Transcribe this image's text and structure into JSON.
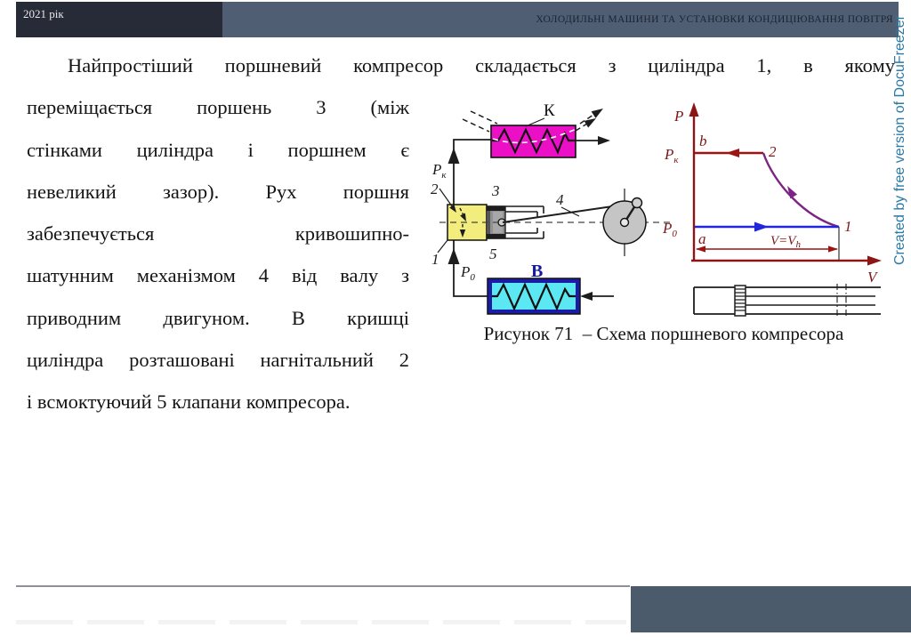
{
  "header": {
    "year_label": "2021 рік",
    "title": "ХОЛОДИЛЬНІ МАШИНИ ТА УСТАНОВКИ КОНДИЦІЮВАННЯ ПОВІТРЯ",
    "bar_color": "#4F5E72",
    "year_box_color": "#272B38"
  },
  "watermark": {
    "text": "Created by free version of DocuFreezer",
    "color": "#2B7AA6"
  },
  "paragraph": {
    "lines": [
      "Найпростіший поршневий компресор складається з циліндра 1, в якому",
      "переміщається поршень 3 (між",
      "стінками циліндра і поршнем є",
      "невеликий зазор). Рух поршня",
      "забезпечується кривошипно-",
      "шатунним механізмом 4 від валу з",
      "приводним двигуном. В кришці",
      "циліндра розташовані нагнітальний 2",
      "і всмоктуючий 5 клапани компресора."
    ]
  },
  "figure": {
    "caption": "Рисунок 71  – Схема поршневого компресора",
    "schematic_labels": {
      "condenser": "К",
      "evaporator": "В",
      "pk_main": "P",
      "pk_sub": "к",
      "p0_main": "P",
      "p0_sub": "0",
      "n1": "1",
      "n2": "2",
      "n3": "3",
      "n4": "4",
      "n5": "5"
    },
    "pv_labels": {
      "axis_p": "P",
      "axis_v": "V",
      "pk_main": "P",
      "pk_sub": "к",
      "p0_main": "P",
      "p0_sub": "0",
      "point_b": "b",
      "point_a": "a",
      "point_1": "1",
      "point_2": "2",
      "vvh_main": "V=V",
      "vvh_sub": "h"
    },
    "pv_chart": {
      "type": "line",
      "xlabel": "V",
      "ylabel": "P",
      "description": "Idealized piston compressor cycle: suction a–1 at P0, compression 1–2, discharge 2–b at Pк",
      "series": [
        {
          "name": "suction a-1 (P0)",
          "color": "#2125DC",
          "points": [
            [
              0,
              "P0"
            ],
            [
              "Vh",
              "P0"
            ]
          ]
        },
        {
          "name": "compression 1-2",
          "color": "#7C2483",
          "points": [
            [
              "Vh",
              "P0"
            ],
            [
              "0.45·Vh",
              "Pк"
            ]
          ]
        },
        {
          "name": "discharge 2-b (Pк)",
          "color": "#8E1515",
          "points": [
            [
              "0.45·Vh",
              "Pк"
            ],
            [
              0,
              "Pк"
            ]
          ]
        }
      ],
      "annotations": [
        "b",
        "2",
        "1",
        "a",
        "V=Vh"
      ]
    },
    "colors": {
      "condenser_fill": "#EB10C6",
      "evaporator_fill": "#5CE8F2",
      "evaporator_border": "#1A1CA8",
      "cylinder_fill": "#F3ED7D",
      "crank_fill": "#C5C5C5"
    }
  },
  "footer": {
    "box_color": "#4C5B6C"
  }
}
